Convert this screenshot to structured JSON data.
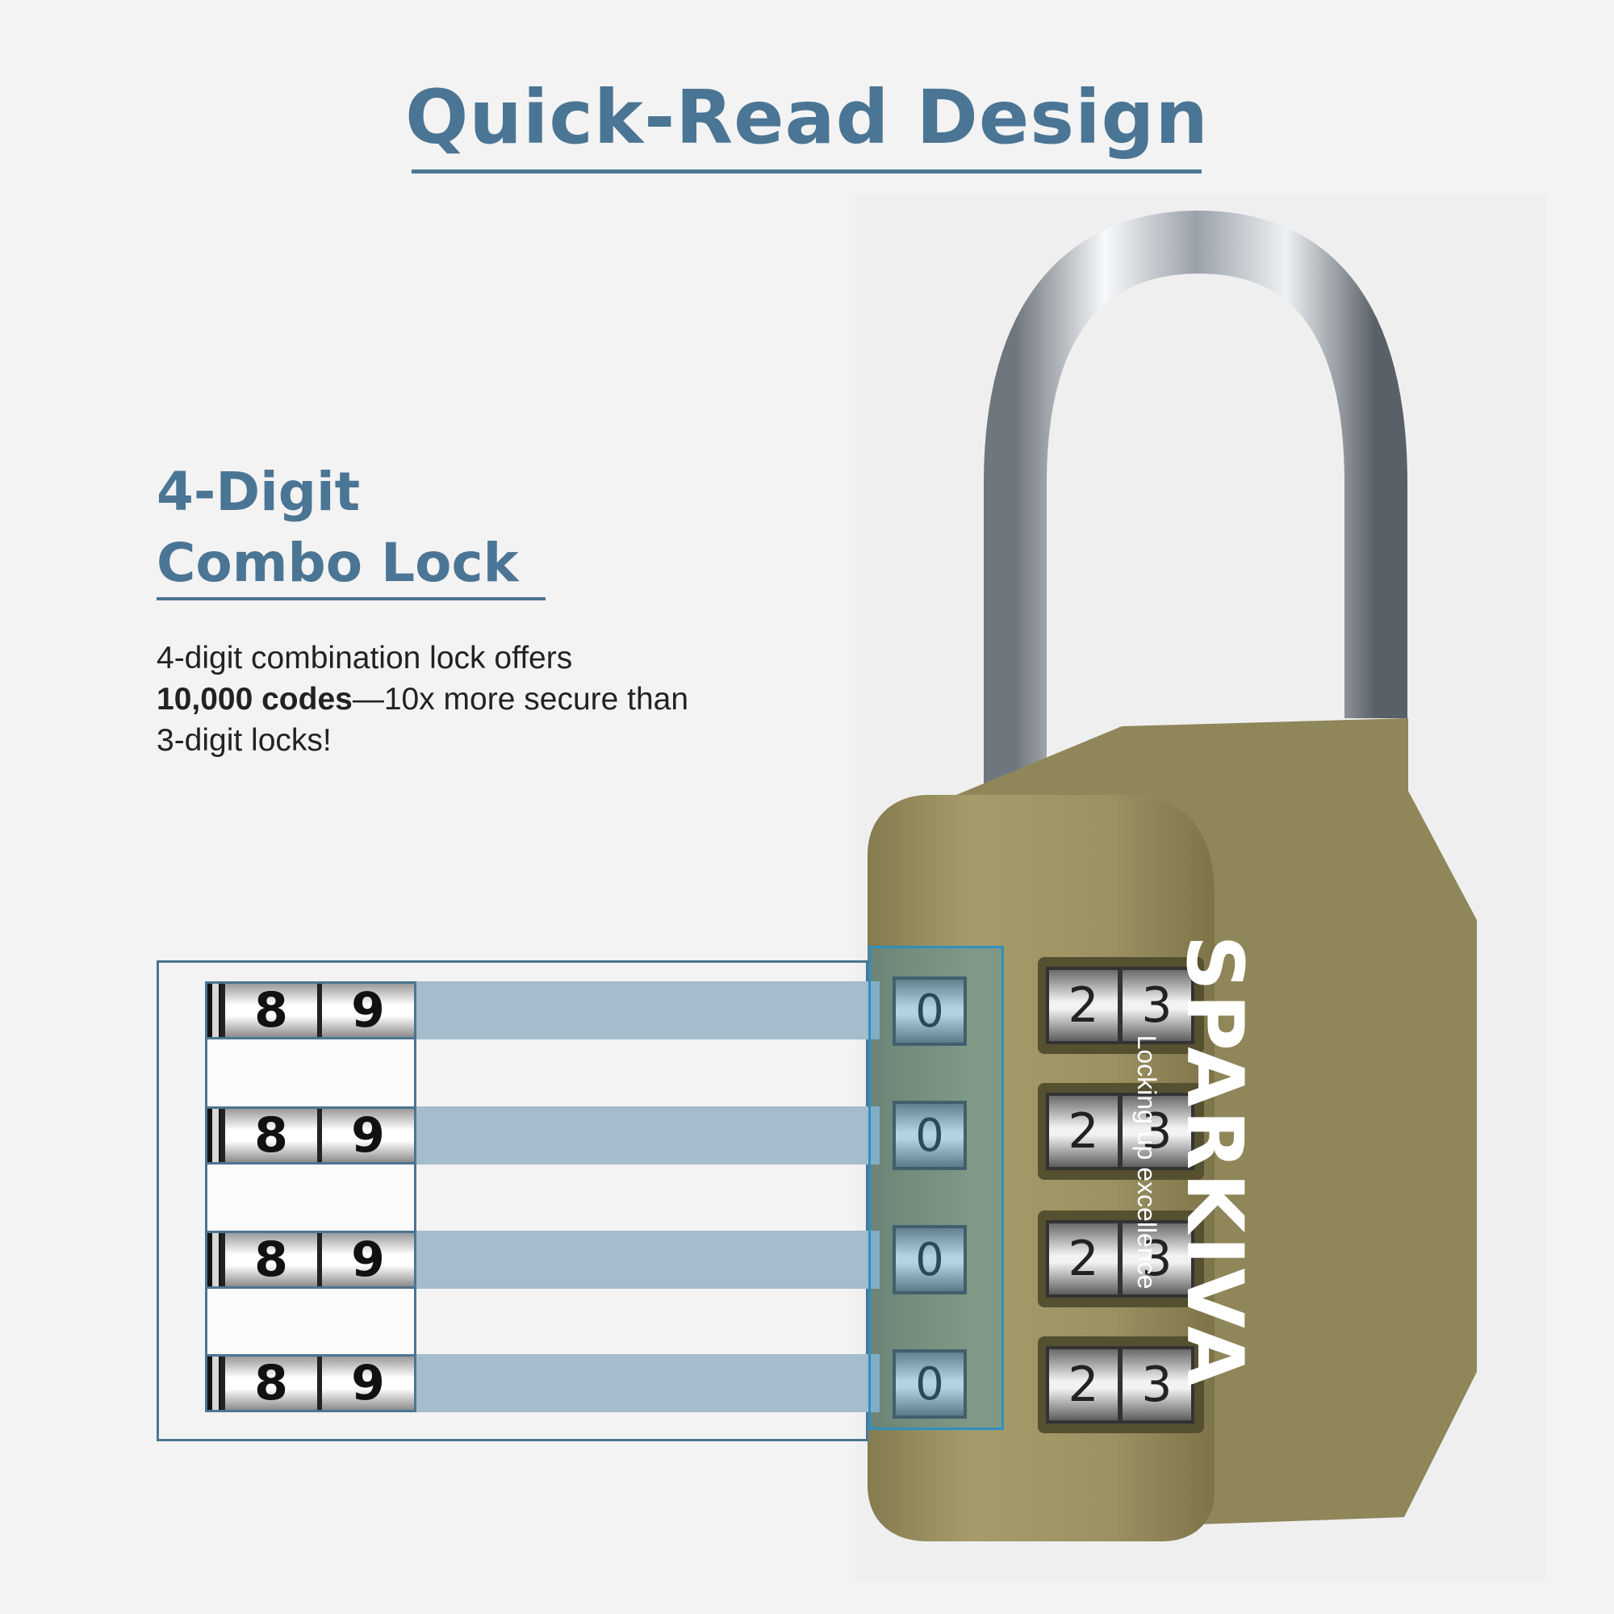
{
  "title": "Quick-Read Design",
  "feature": {
    "heading_line1": "4-Digit",
    "heading_line2": "Combo Lock",
    "body_pre": "4-digit combination lock offers",
    "body_bold": "10,000 codes",
    "body_post": "—10x more secure than 3-digit locks!"
  },
  "dial_strips": [
    {
      "digits": [
        "8",
        "9"
      ]
    },
    {
      "digits": [
        "8",
        "9"
      ]
    },
    {
      "digits": [
        "8",
        "9"
      ]
    },
    {
      "digits": [
        "8",
        "9"
      ]
    }
  ],
  "lock": {
    "left_wheels": [
      "0",
      "0",
      "0",
      "0"
    ],
    "right_wheels": [
      [
        "2",
        "3"
      ],
      [
        "2",
        "3"
      ],
      [
        "2",
        "3"
      ],
      [
        "2",
        "3"
      ]
    ],
    "brand_name": "SPARKIVA",
    "brand_tagline": "Locking up excellence",
    "body_color": "#9e9463",
    "shackle_color": "#c9ced3"
  },
  "colors": {
    "accent": "#4b7594",
    "band": "#a4bccb",
    "highlight": "#2f8fc0",
    "background": "#f3f3f3"
  }
}
